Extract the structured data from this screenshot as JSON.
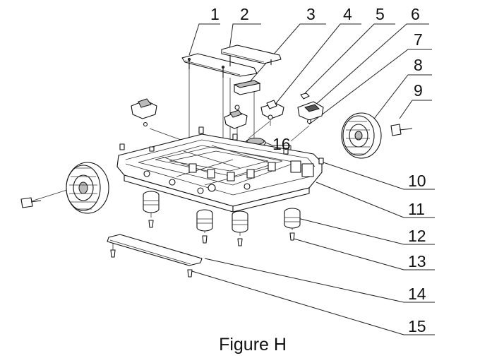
{
  "figure": {
    "caption": "Figure H",
    "callouts": [
      {
        "id": "1",
        "label": "1"
      },
      {
        "id": "2",
        "label": "2"
      },
      {
        "id": "3",
        "label": "3"
      },
      {
        "id": "4",
        "label": "4"
      },
      {
        "id": "5",
        "label": "5"
      },
      {
        "id": "6",
        "label": "6"
      },
      {
        "id": "7",
        "label": "7"
      },
      {
        "id": "8",
        "label": "8"
      },
      {
        "id": "9",
        "label": "9"
      },
      {
        "id": "10",
        "label": "10"
      },
      {
        "id": "11",
        "label": "11"
      },
      {
        "id": "12",
        "label": "12"
      },
      {
        "id": "13",
        "label": "13"
      },
      {
        "id": "14",
        "label": "14"
      },
      {
        "id": "15",
        "label": "15"
      },
      {
        "id": "16",
        "label": "16"
      }
    ]
  },
  "colors": {
    "line": "#111111",
    "background": "#ffffff"
  }
}
